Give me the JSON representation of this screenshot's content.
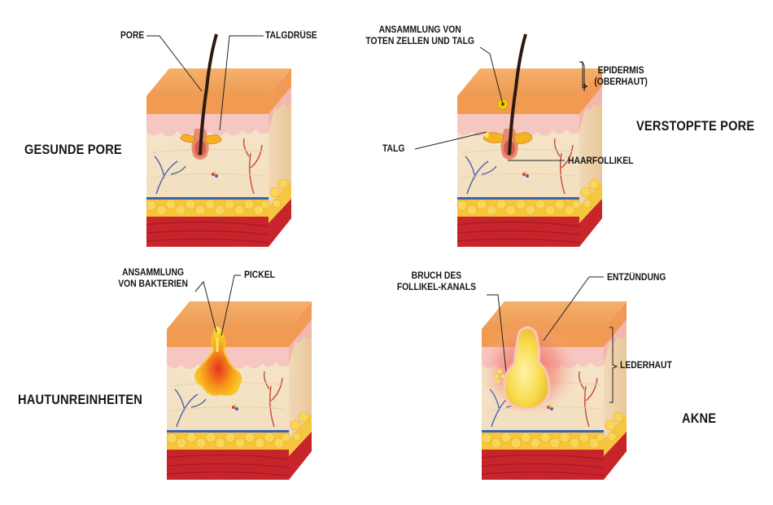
{
  "stages": [
    {
      "title": "GESUNDE PORE"
    },
    {
      "title": "VERSTOPFTE PORE"
    },
    {
      "title": "HAUTUNREINHEITEN"
    },
    {
      "title": "AKNE"
    }
  ],
  "labels": {
    "pore": "PORE",
    "talgdruese": "TALGDRÜSE",
    "ansammlung_zellen_line1": "ANSAMMLUNG VON",
    "ansammlung_zellen_line2": "TOTEN ZELLEN UND TALG",
    "epidermis_line1": "EPIDERMIS",
    "epidermis_line2": "(OBERHAUT)",
    "talg": "TALG",
    "haarfollikel": "HAARFOLLIKEL",
    "ansammlung_bakterien_line1": "ANSAMMLUNG",
    "ansammlung_bakterien_line2": "VON BAKTERIEN",
    "pickel": "PICKEL",
    "bruch_line1": "BRUCH DES",
    "bruch_line2": "FOLLIKEL-KANALS",
    "entzuendung": "ENTZÜNDUNG",
    "lederhaut": "LEDERHAUT"
  },
  "colors": {
    "epidermis_top": "#f4a35e",
    "epidermis_side": "#f0b98a",
    "dermis_pink": "#f6c9c2",
    "dermis_body": "#f3e3c6",
    "fat": "#f7c63a",
    "muscle": "#c8242c",
    "hair": "#2a1a12",
    "sebum": "#f5d100",
    "pus": "#f2a81d",
    "inflammation": "#e8332a"
  }
}
